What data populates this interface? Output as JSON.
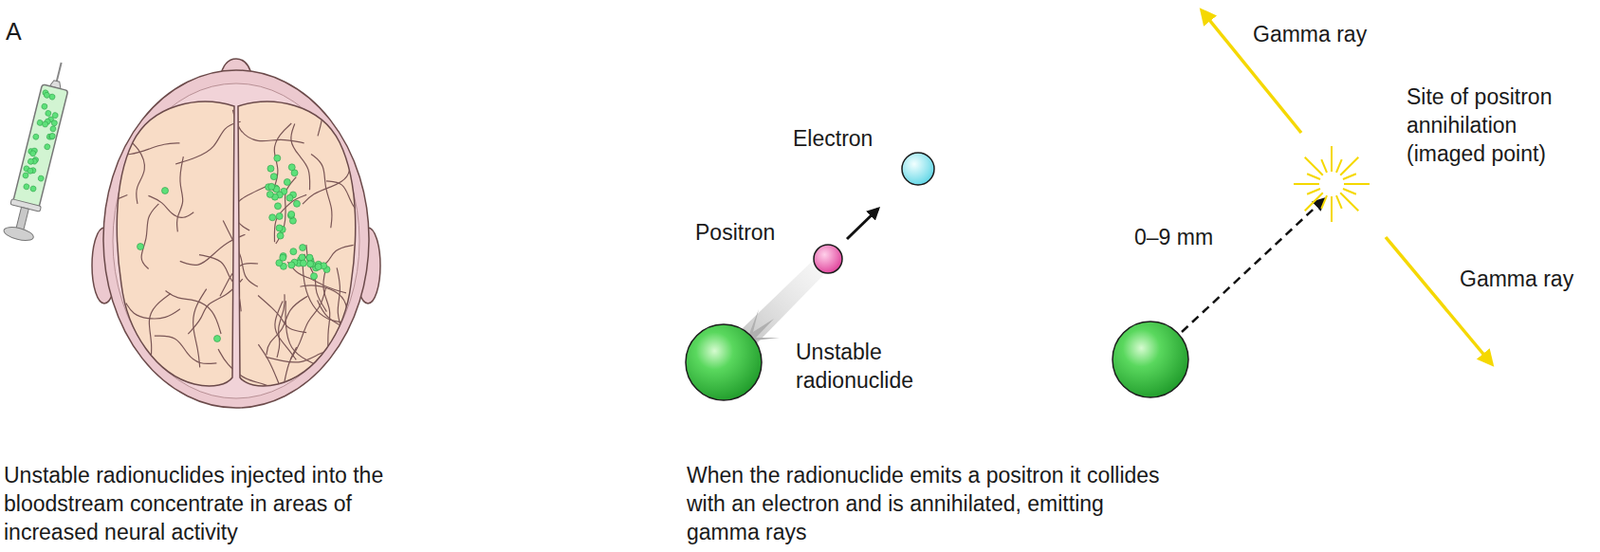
{
  "diagram": {
    "labels": [
      "A",
      "Unstable radionuclides injected into the bloodstream concentrate in areas of increased neural activity",
      "Electron",
      "Positron",
      "Unstable radionuclide",
      "0–9 mm",
      "Gamma ray",
      "Site of positron annihilation (imaged point)",
      "Gamma ray",
      "When the radionuclide emits a positron it collides with an electron and is annihilated, emitting gamma rays"
    ]
  }
}
